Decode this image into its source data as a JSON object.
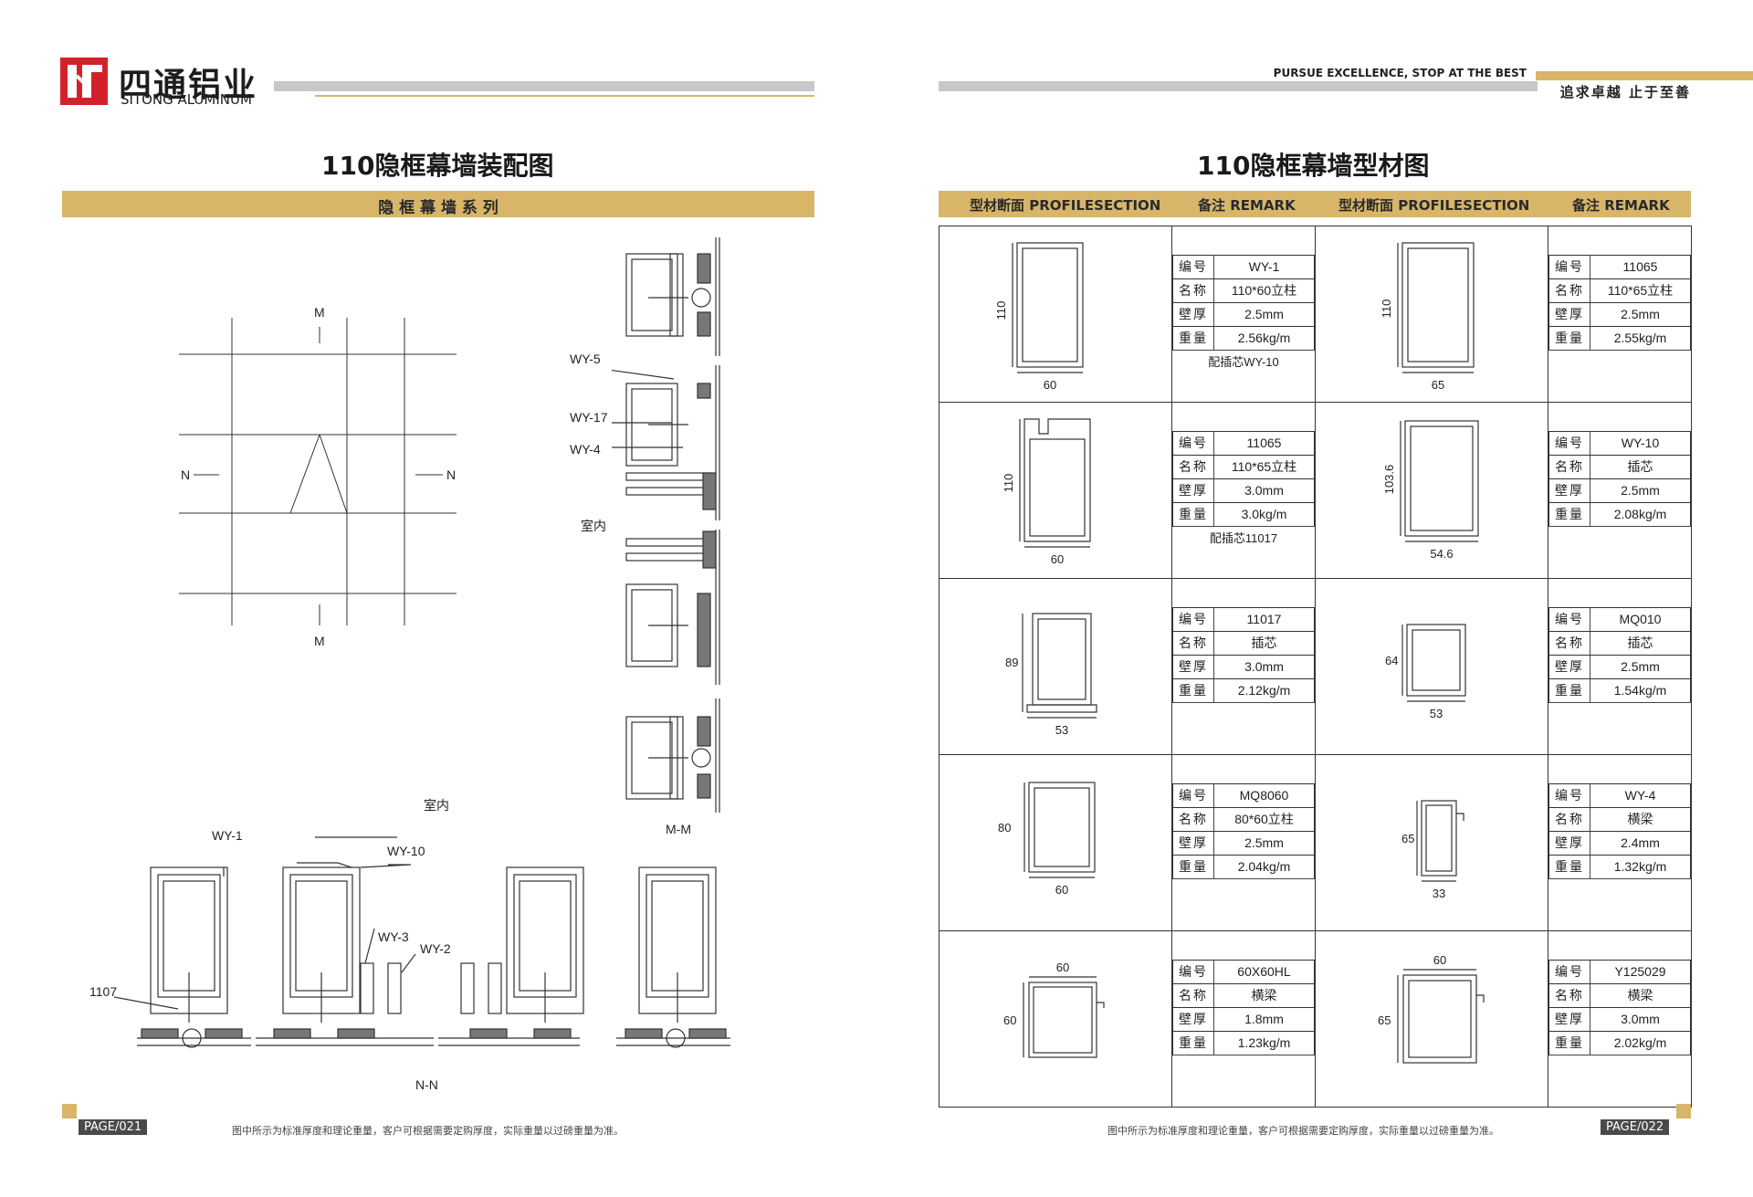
{
  "brand": {
    "name_cn": "四通铝业",
    "name_en": "SITONG ALUMINUM"
  },
  "slogan": {
    "en": "PURSUE EXCELLENCE, STOP AT THE BEST",
    "cn": "追求卓越  止于至善"
  },
  "left_page": {
    "title": "110隐框幕墙装配图",
    "band": "隐 框 幕 墙 系 列",
    "labels": {
      "m_top": "M",
      "m_bottom": "M",
      "n_left": "N",
      "n_right": "N",
      "wy5": "WY-5",
      "wy17": "WY-17",
      "wy4": "WY-4",
      "indoor_right": "室内",
      "mm": "M-M",
      "indoor_bottom": "室内",
      "wy1": "WY-1",
      "wy10": "WY-10",
      "wy3": "WY-3",
      "wy2": "WY-2",
      "p1107": "1107",
      "nn": "N-N"
    },
    "footer_note": "图中所示为标准厚度和理论重量，客户可根据需要定购厚度，实际重量以过磅重量为准。",
    "page_label": "PAGE/021"
  },
  "right_page": {
    "title": "110隐框幕墙型材图",
    "headers": {
      "profile_a": "型材断面 PROFILESECTION",
      "remark_a": "备注 REMARK",
      "profile_b": "型材断面 PROFILESECTION",
      "remark_b": "备注 REMARK"
    },
    "keys": {
      "code": "编号",
      "name": "名称",
      "wall": "壁厚",
      "weight": "重量"
    },
    "rows": [
      {
        "left": {
          "code": "WY-1",
          "name": "110*60立柱",
          "wall": "2.5mm",
          "weight": "2.56kg/m",
          "note": "配插芯WY-10",
          "dim_h": "110",
          "dim_w": "60"
        },
        "right": {
          "code": "11065",
          "name": "110*65立柱",
          "wall": "2.5mm",
          "weight": "2.55kg/m",
          "note": "",
          "dim_h": "110",
          "dim_w": "65"
        }
      },
      {
        "left": {
          "code": "11065",
          "name": "110*65立柱",
          "wall": "3.0mm",
          "weight": "3.0kg/m",
          "note": "配插芯11017",
          "dim_h": "110",
          "dim_w": "60"
        },
        "right": {
          "code": "WY-10",
          "name": "插芯",
          "wall": "2.5mm",
          "weight": "2.08kg/m",
          "note": "",
          "dim_h": "103.6",
          "dim_w": "54.6"
        }
      },
      {
        "left": {
          "code": "11017",
          "name": "插芯",
          "wall": "3.0mm",
          "weight": "2.12kg/m",
          "note": "",
          "dim_h": "89",
          "dim_w": "53"
        },
        "right": {
          "code": "MQ010",
          "name": "插芯",
          "wall": "2.5mm",
          "weight": "1.54kg/m",
          "note": "",
          "dim_h": "64",
          "dim_w": "53"
        }
      },
      {
        "left": {
          "code": "MQ8060",
          "name": "80*60立柱",
          "wall": "2.5mm",
          "weight": "2.04kg/m",
          "note": "",
          "dim_h": "80",
          "dim_w": "60"
        },
        "right": {
          "code": "WY-4",
          "name": "横梁",
          "wall": "2.4mm",
          "weight": "1.32kg/m",
          "note": "",
          "dim_h": "65",
          "dim_w": "33"
        }
      },
      {
        "left": {
          "code": "60X60HL",
          "name": "横梁",
          "wall": "1.8mm",
          "weight": "1.23kg/m",
          "note": "",
          "dim_h": "60",
          "dim_w": "60"
        },
        "right": {
          "code": "Y125029",
          "name": "横梁",
          "wall": "3.0mm",
          "weight": "2.02kg/m",
          "note": "",
          "dim_h": "65",
          "dim_w": "60"
        }
      }
    ],
    "footer_note": "图中所示为标准厚度和理论重量，客户可根据需要定购厚度，实际重量以过磅重量为准。",
    "page_label": "PAGE/022"
  },
  "colors": {
    "accent_gold": "#d8b569",
    "logo_red": "#d3212a",
    "rule_grey": "#c8c8c8"
  }
}
